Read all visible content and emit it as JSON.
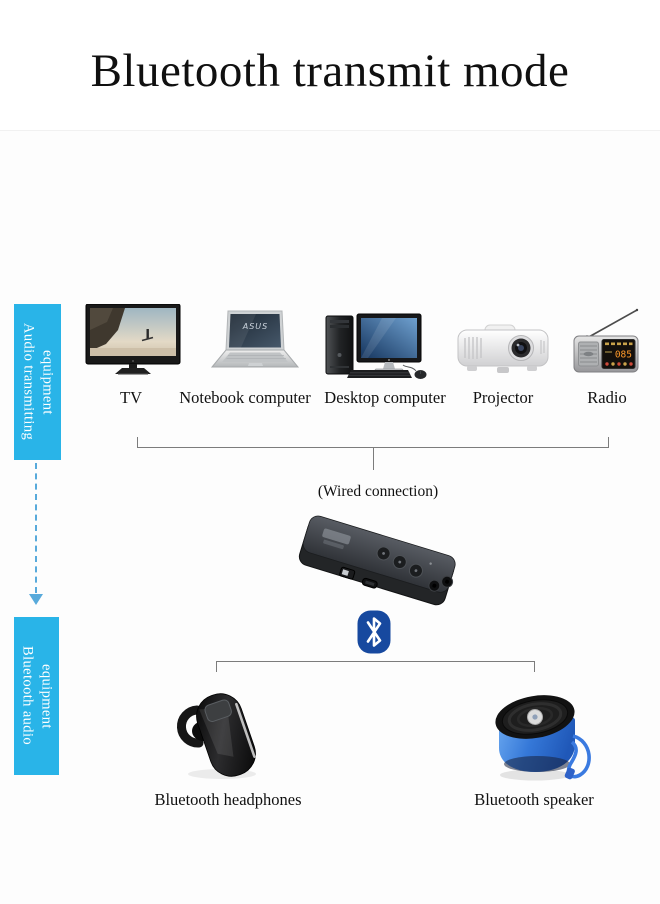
{
  "title": "Bluetooth transmit mode",
  "stages": {
    "source_label": "Audio transmitting equipment",
    "sink_label": "Bluetooth audio equipment"
  },
  "source_devices": [
    {
      "id": "tv",
      "label": "TV"
    },
    {
      "id": "notebook",
      "label": "Notebook computer",
      "screen_brand": "ASUS"
    },
    {
      "id": "desktop",
      "label": "Desktop computer"
    },
    {
      "id": "projector",
      "label": "Projector"
    },
    {
      "id": "radio",
      "label": "Radio",
      "display_text": "085"
    }
  ],
  "connection": {
    "wired_label": "(Wired connection)"
  },
  "sink_devices": [
    {
      "id": "headphones",
      "label": "Bluetooth headphones"
    },
    {
      "id": "speaker",
      "label": "Bluetooth speaker"
    }
  ],
  "icons": {
    "bluetooth": "bluetooth-logo"
  },
  "colors": {
    "stage_label_blue": "#29b4e8",
    "flow_arrow_blue": "#58aadb",
    "bluetooth_logo_blue": "#17499f",
    "bracket_gray": "#7c7c7c",
    "text_black": "#111111"
  }
}
